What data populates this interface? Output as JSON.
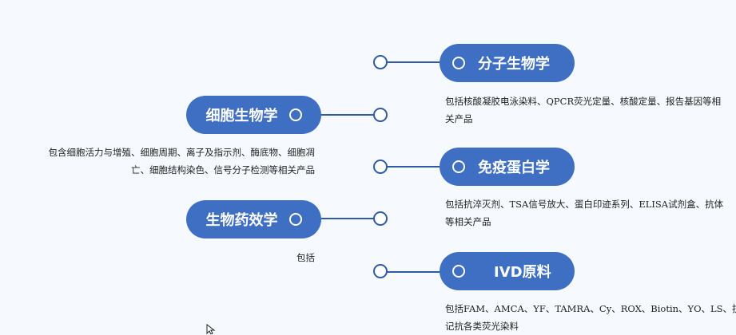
{
  "left_branches": [
    {
      "title": "细胞生物学",
      "desc_line1": "包含细胞活力与增殖、细胞周期、离子及指示剂、酶底物、细胞凋",
      "desc_line2": "亡、细胞结构染色、信号分子检测等相关产品"
    },
    {
      "title": "生物药效学",
      "desc_line1": "包括"
    }
  ],
  "right_branches": [
    {
      "title": "分子生物学",
      "desc_line1": "包括核酸凝胶电泳染料、QPCR荧光定量、核酸定量、报告基因等相",
      "desc_line2": "关产品"
    },
    {
      "title": "免疫蛋白学",
      "desc_line1": "包括抗淬灭剂、TSA信号放大、蛋白印迹系列、ELISA试剂盒、抗体",
      "desc_line2": "等相关产品"
    },
    {
      "title": "IVD原料",
      "desc_line1": "包括FAM、AMCA、YF、TAMRA、Cy、ROX、Biotin、YO、LS、抗体标",
      "desc_line2": "记抗各类荧光染料"
    }
  ],
  "colors": {
    "pill": "#3f6fc3",
    "line": "#2f5aa8",
    "background": "#f6f9fd"
  }
}
